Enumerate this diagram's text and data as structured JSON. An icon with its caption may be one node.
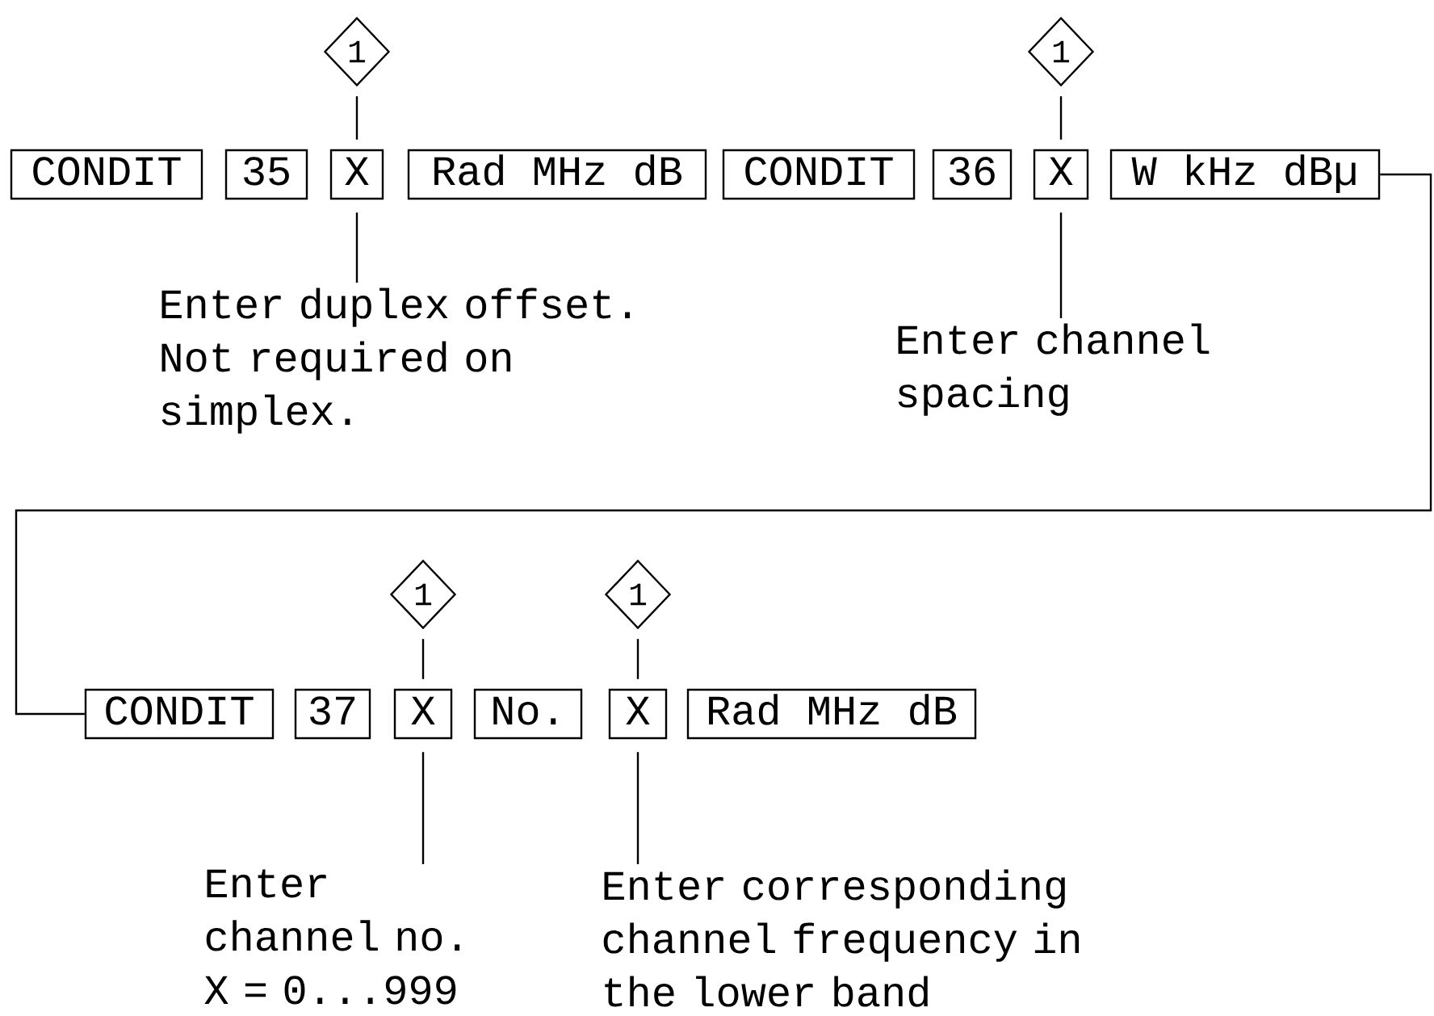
{
  "diagram": {
    "nodes": [
      {
        "text": [
          "1"
        ]
      },
      {
        "text": [
          "CONDIT"
        ]
      },
      {
        "text": [
          "35"
        ]
      },
      {
        "text": [
          "X"
        ]
      },
      {
        "text": [
          "Rad MHz dB"
        ]
      },
      {
        "text": [
          "1"
        ]
      },
      {
        "text": [
          "CONDIT"
        ]
      },
      {
        "text": [
          "36"
        ]
      },
      {
        "text": [
          "X"
        ]
      },
      {
        "text": [
          "W kHz dBµ"
        ]
      },
      {
        "text": [
          "Enter duplex offset. Not required on simplex."
        ]
      },
      {
        "text": [
          "Enter channel spacing"
        ]
      },
      {
        "text": [
          "1"
        ]
      },
      {
        "text": [
          "1"
        ]
      },
      {
        "text": [
          "CONDIT"
        ]
      },
      {
        "text": [
          "37"
        ]
      },
      {
        "text": [
          "X"
        ]
      },
      {
        "text": [
          "No."
        ]
      },
      {
        "text": [
          "X"
        ]
      },
      {
        "text": [
          "Rad MHz dB"
        ]
      },
      {
        "text": [
          "Enter channel no. X = 0...999"
        ]
      },
      {
        "text": [
          "Enter corresponding channel frequency in the lower band"
        ]
      }
    ],
    "edges": [
      {
        "from": 0,
        "to": 3,
        "arrow": "none"
      },
      {
        "from": 10,
        "to": 3,
        "arrow": "none"
      },
      {
        "from": 5,
        "to": 8,
        "arrow": "none"
      },
      {
        "from": 11,
        "to": 8,
        "arrow": "none"
      },
      {
        "from": 9,
        "to": 14,
        "arrow": "none"
      },
      {
        "from": 12,
        "to": 16,
        "arrow": "none"
      },
      {
        "from": 13,
        "to": 18,
        "arrow": "none"
      },
      {
        "from": 20,
        "to": 16,
        "arrow": "none"
      },
      {
        "from": 21,
        "to": 18,
        "arrow": "none"
      }
    ]
  }
}
